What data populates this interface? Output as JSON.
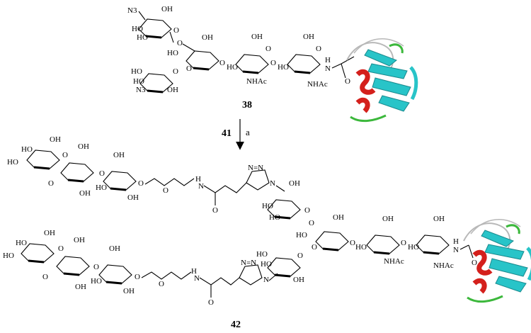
{
  "compounds": {
    "start": "38",
    "product": "42"
  },
  "reaction": {
    "reagent": "41",
    "condition": "a"
  },
  "labels": {
    "azide_top": "N3",
    "azide_bottom": "N3",
    "ho": "HO",
    "oh": "OH",
    "o": "O",
    "nhac": "NHAc",
    "nh": "N",
    "h": "H",
    "triazole_n": "N",
    "triazole_nn": "N=N"
  },
  "colors": {
    "protein_helix": "#d4201c",
    "protein_sheet": "#28c4c8",
    "protein_coil": "#b8b8b8",
    "protein_turn": "#3cb83c",
    "ink": "#000000"
  }
}
